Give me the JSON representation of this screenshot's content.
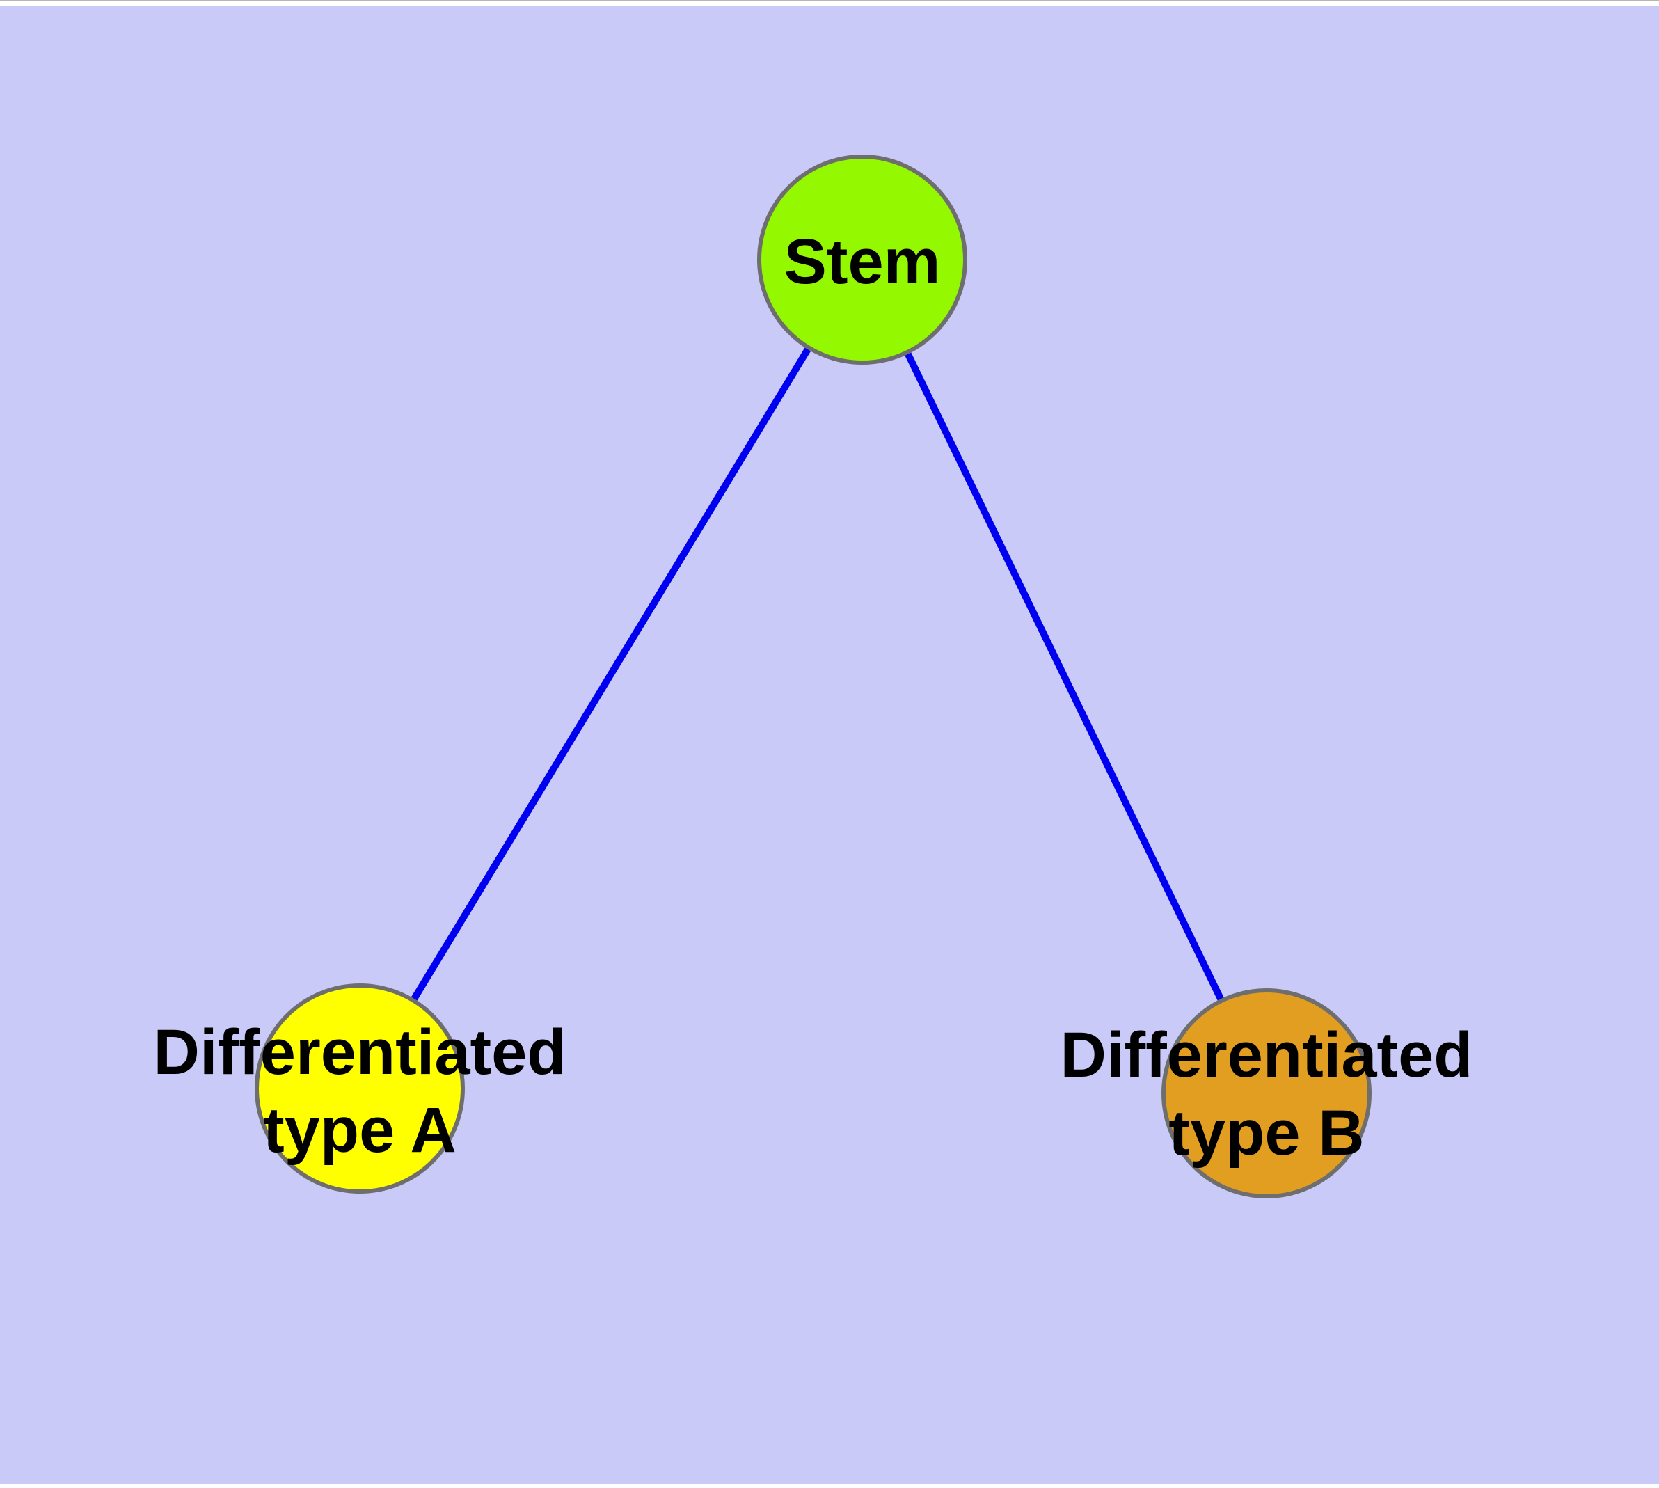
{
  "theme": {
    "page-bg": "#ffffff",
    "canvas-bg": "#cacaf8",
    "hairline-color": "#b5b5b5",
    "edge-color": "#0000f0",
    "node-border-color": "#6e6e6e",
    "label-color": "#000000"
  },
  "diagram": {
    "type": "node-link-graph",
    "nodes": [
      {
        "id": "stem",
        "label": "Stem",
        "color": "#94f800"
      },
      {
        "id": "type-a",
        "label": "Differentiated type A",
        "label_line1": "Differentiated",
        "label_line2": "type A",
        "color": "#ffff00"
      },
      {
        "id": "type-b",
        "label": "Differentiated type B",
        "label_line1": "Differentiated",
        "label_line2": "type B",
        "color": "#e29e20"
      }
    ],
    "edges": [
      {
        "from": "Stem",
        "to": "Differentiated type A"
      },
      {
        "from": "Stem",
        "to": "Differentiated type B"
      }
    ]
  }
}
